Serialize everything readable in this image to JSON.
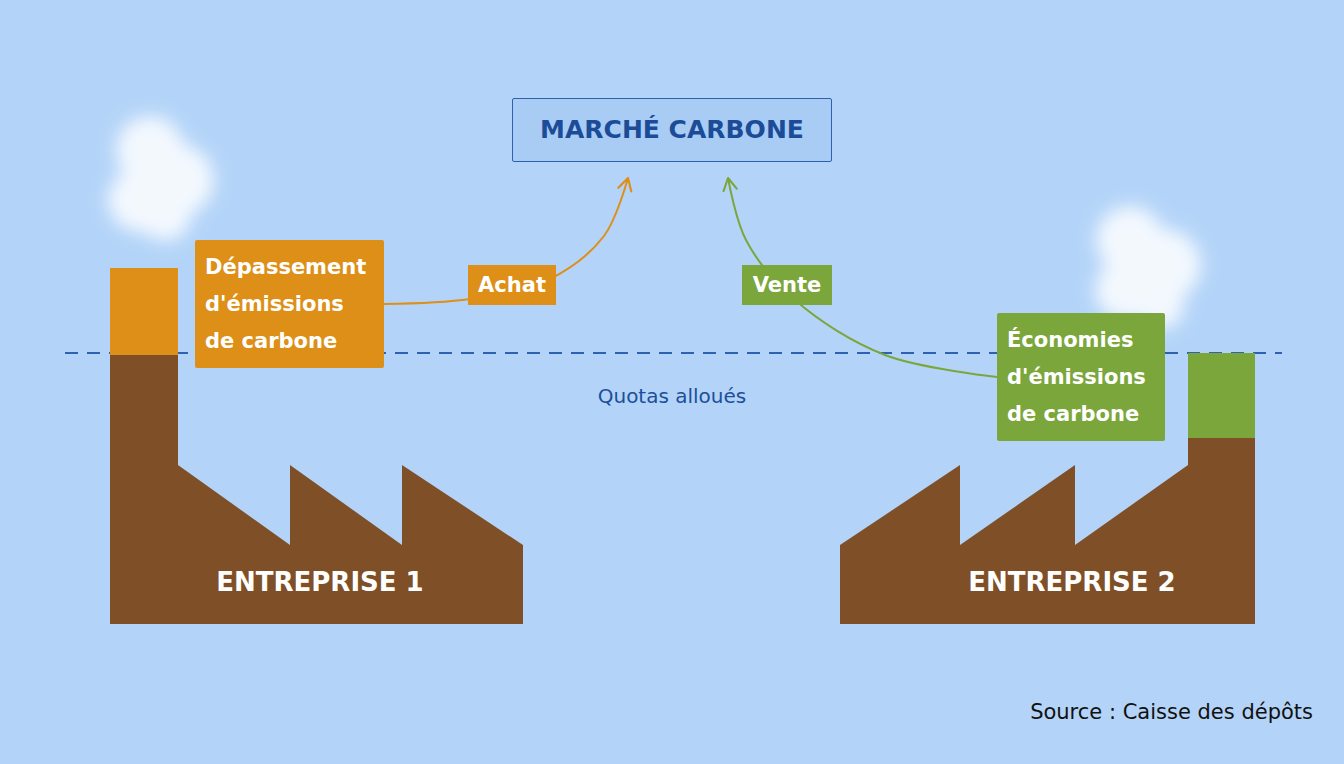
{
  "diagram": {
    "caption": "Source : Caisse des dépôts",
    "nodes": [
      {
        "text": [
          "MARCHÉ CARBONE"
        ]
      },
      {
        "text": [
          "Dépassement d'émissions de carbone"
        ]
      },
      {
        "text": [
          "Économies d'émissions de carbone"
        ]
      },
      {
        "text": [
          "ENTREPRISE 1"
        ]
      },
      {
        "text": [
          "ENTREPRISE 2"
        ]
      }
    ],
    "edges": [
      {
        "from": 1,
        "to": 0,
        "arrow": "to",
        "label": "Achat"
      },
      {
        "from": 2,
        "to": 0,
        "arrow": "to",
        "label": "Vente"
      }
    ],
    "labels": [
      "Quotas alloués"
    ]
  }
}
